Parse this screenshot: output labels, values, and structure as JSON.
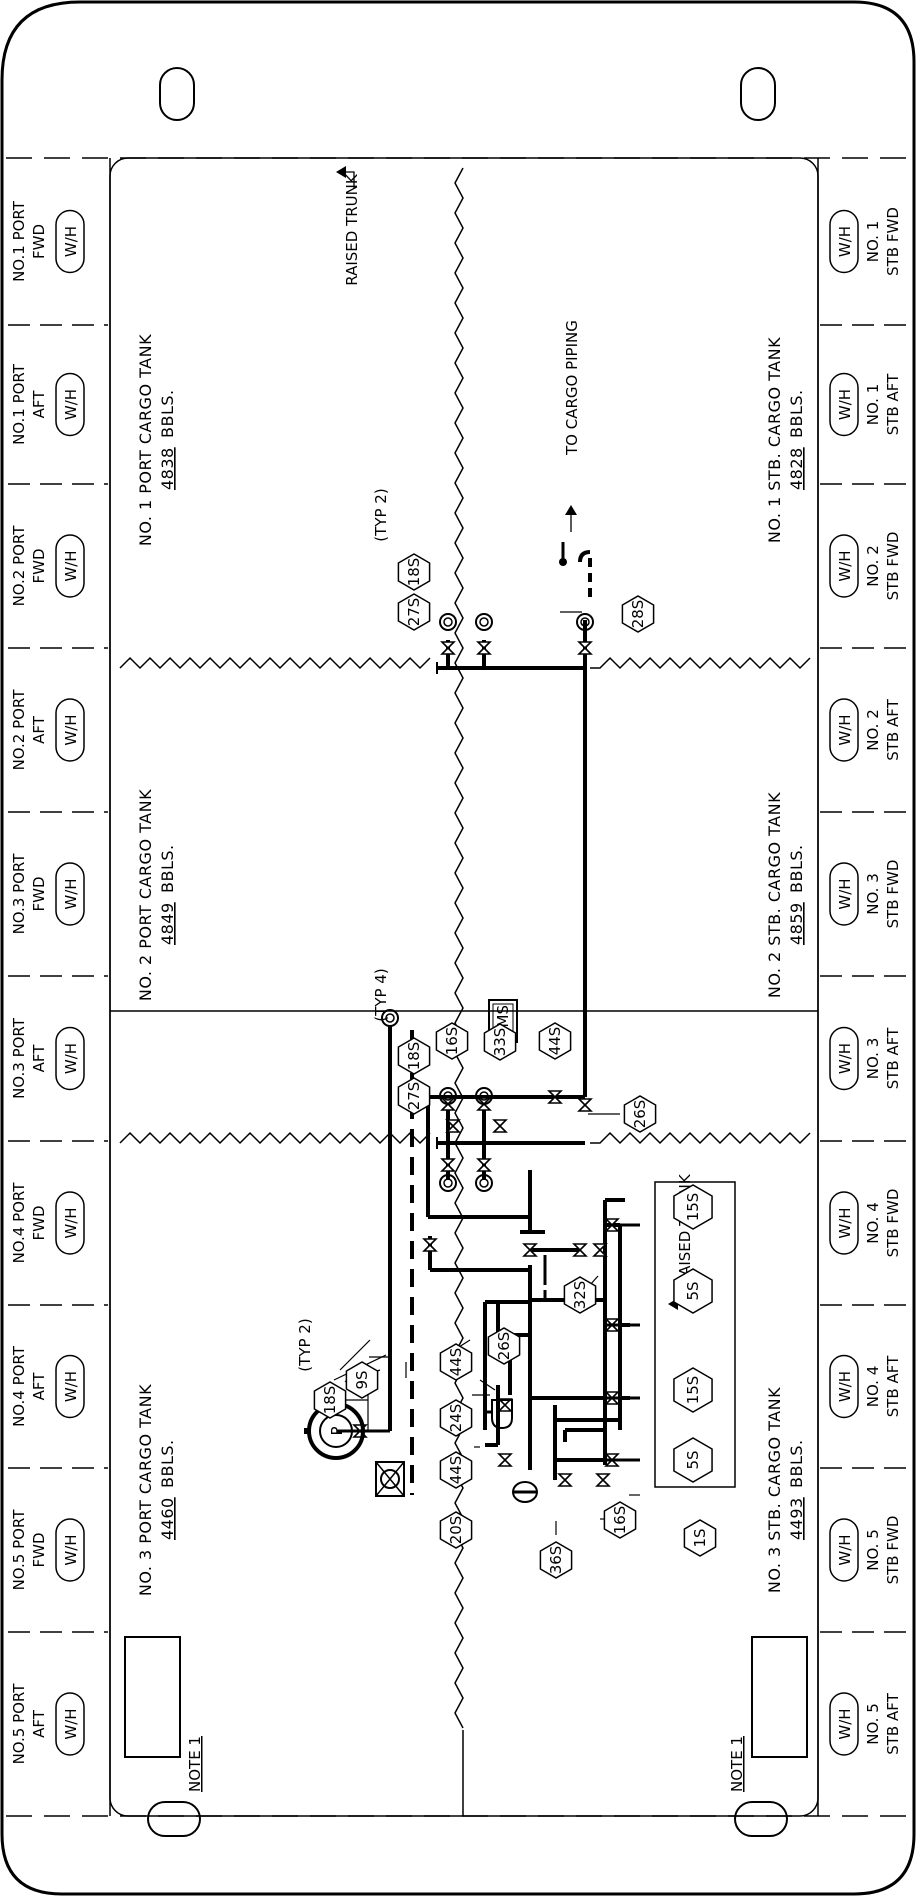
{
  "title": "",
  "port_headers": [
    {
      "line1": "NO.1 PORT",
      "line2": "FWD"
    },
    {
      "line1": "NO.1 PORT",
      "line2": "AFT"
    },
    {
      "line1": "NO.2 PORT",
      "line2": "FWD"
    },
    {
      "line1": "NO.2 PORT",
      "line2": "AFT"
    },
    {
      "line1": "NO.3 PORT",
      "line2": "FWD"
    },
    {
      "line1": "NO.3 PORT",
      "line2": "AFT"
    },
    {
      "line1": "NO.4 PORT",
      "line2": "FWD"
    },
    {
      "line1": "NO.4 PORT",
      "line2": "AFT"
    },
    {
      "line1": "NO.5 PORT",
      "line2": "FWD"
    },
    {
      "line1": "NO.5 PORT",
      "line2": "AFT"
    }
  ],
  "stb_headers": [
    {
      "line1": "NO. 1",
      "line2": "STB FWD"
    },
    {
      "line1": "NO. 1",
      "line2": "STB AFT"
    },
    {
      "line1": "NO. 2",
      "line2": "STB FWD"
    },
    {
      "line1": "NO. 2",
      "line2": "STB AFT"
    },
    {
      "line1": "NO. 3",
      "line2": "STB FWD"
    },
    {
      "line1": "NO. 3",
      "line2": "STB AFT"
    },
    {
      "line1": "NO. 4",
      "line2": "STB FWD"
    },
    {
      "line1": "NO. 4",
      "line2": "STB AFT"
    },
    {
      "line1": "NO. 5",
      "line2": "STB FWD"
    },
    {
      "line1": "NO. 5",
      "line2": "STB AFT"
    }
  ],
  "wh_label": "W/H",
  "tanks": {
    "port1": {
      "name": "NO. 1 PORT CARGO TANK",
      "volume": "4838",
      "unit": "BBLS."
    },
    "port2": {
      "name": "NO. 2 PORT CARGO TANK",
      "volume": "4849",
      "unit": "BBLS."
    },
    "port3": {
      "name": "NO. 3 PORT CARGO TANK",
      "volume": "4460",
      "unit": "BBLS."
    },
    "stb1": {
      "name": "NO. 1 STB. CARGO TANK",
      "volume": "4828",
      "unit": "BBLS."
    },
    "stb2": {
      "name": "NO. 2 STB. CARGO TANK",
      "volume": "4859",
      "unit": "BBLS."
    },
    "stb3": {
      "name": "NO. 3 STB. CARGO TANK",
      "volume": "4493",
      "unit": "BBLS."
    }
  },
  "labels": {
    "raised_trunk_top": "RAISED TRUNK",
    "raised_trunk_bottom": "RAISED TRUNK",
    "to_cargo_piping": "TO CARGO PIPING",
    "typ2_top": "(TYP 2)",
    "typ4": "(TYP 4)",
    "typ2_bottom": "(TYP 2)",
    "ems": "EMS",
    "note_port": "NOTE 1",
    "note_stb": "NOTE 1",
    "pump": "P"
  },
  "tags": {
    "t27s_a": "27S",
    "t18s_a": "18S",
    "t28s": "28S",
    "t27s_b": "27S",
    "t18s_b": "18S",
    "t26s_a": "26S",
    "t16s_a": "16S",
    "t33s": "33S",
    "t44s_a": "44S",
    "t18s_c": "18S",
    "t9s": "9S",
    "t26s_b": "26S",
    "t32s": "32S",
    "t15s_a": "15S",
    "t5s_a": "5S",
    "t15s_b": "15S",
    "t5s_b": "5S",
    "t44s_b": "44S",
    "t24s": "24S",
    "t44s_c": "44S",
    "t20s": "20S",
    "t36s": "36S",
    "t16s_b": "16S",
    "t1s": "1S"
  }
}
